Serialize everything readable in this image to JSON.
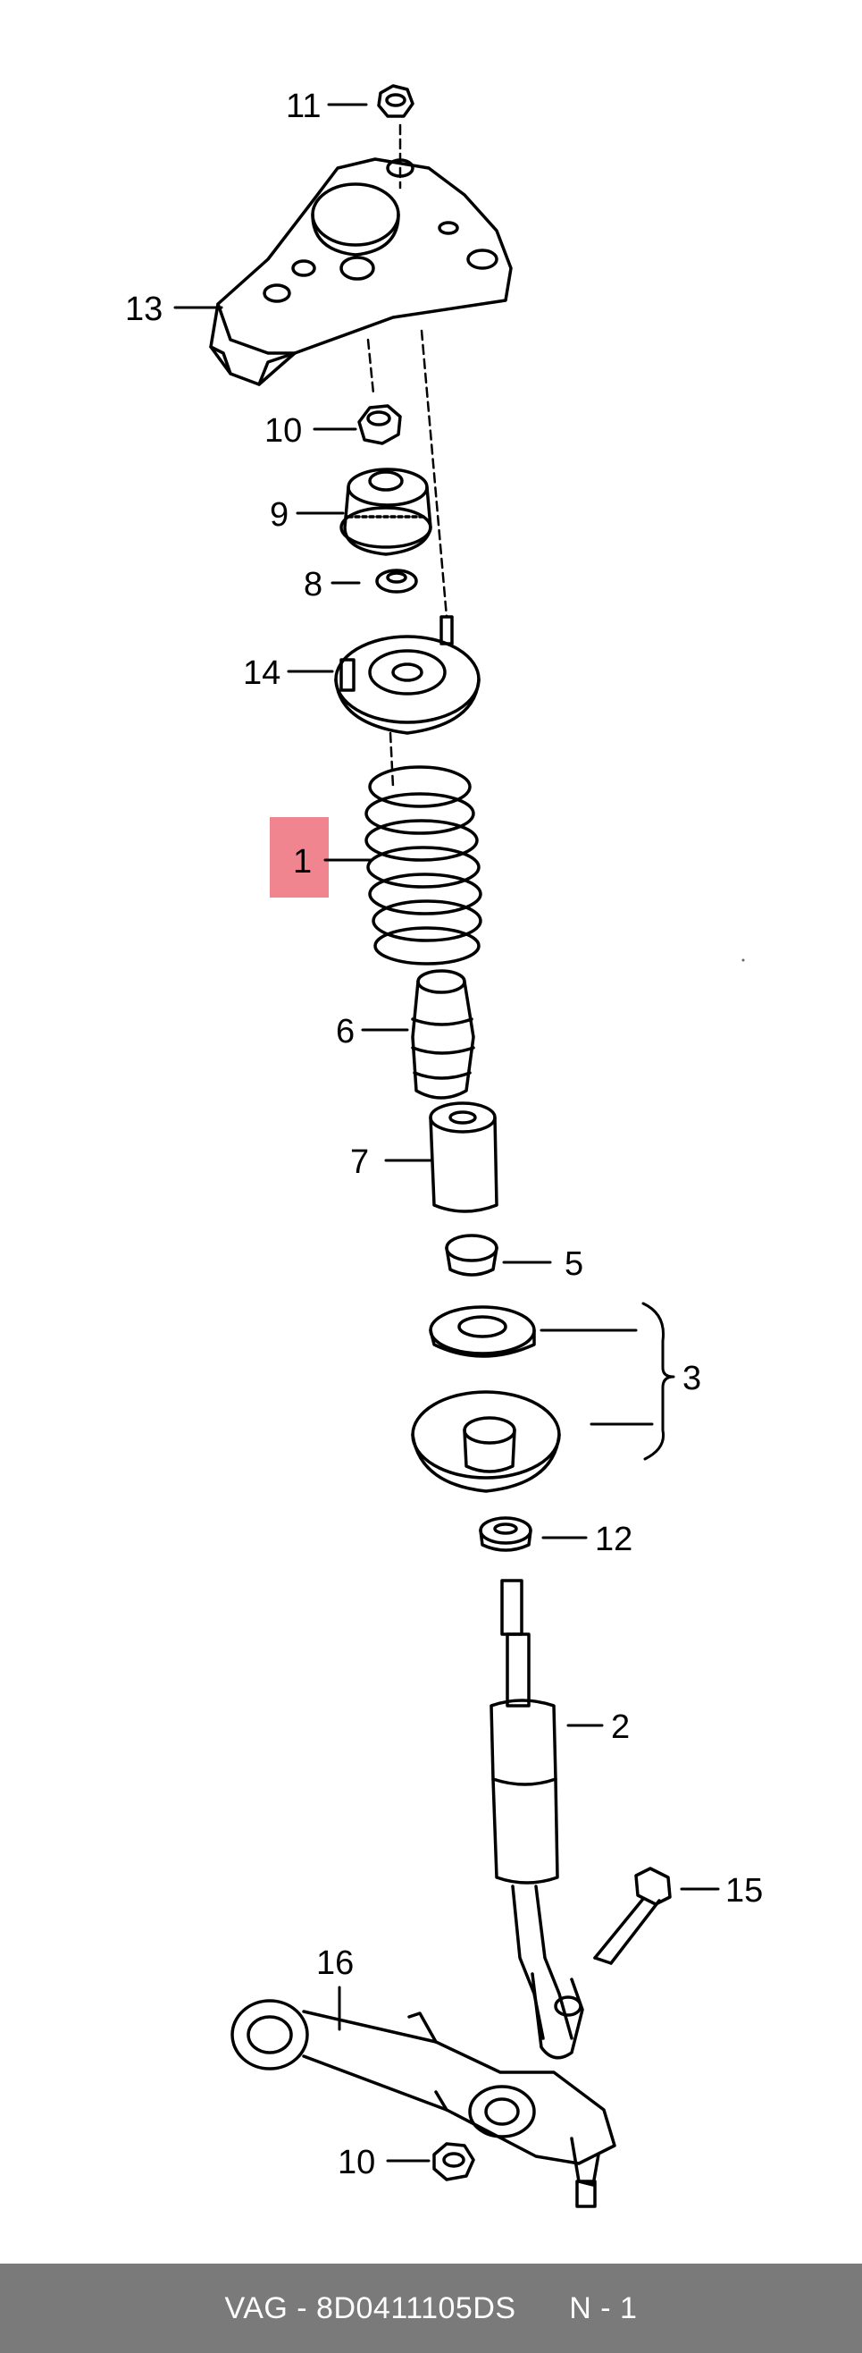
{
  "labels": {
    "l11": "11",
    "l13": "13",
    "l10a": "10",
    "l9": "9",
    "l8": "8",
    "l14": "14",
    "l1": "1",
    "l6": "6",
    "l7": "7",
    "l5": "5",
    "l3": "3",
    "l12": "12",
    "l2": "2",
    "l15": "15",
    "l16": "16",
    "l10b": "10"
  },
  "highlight_color": "#f0858f",
  "footer": {
    "part_code": "VAG - 8D0411105DS",
    "position": "N - 1"
  }
}
